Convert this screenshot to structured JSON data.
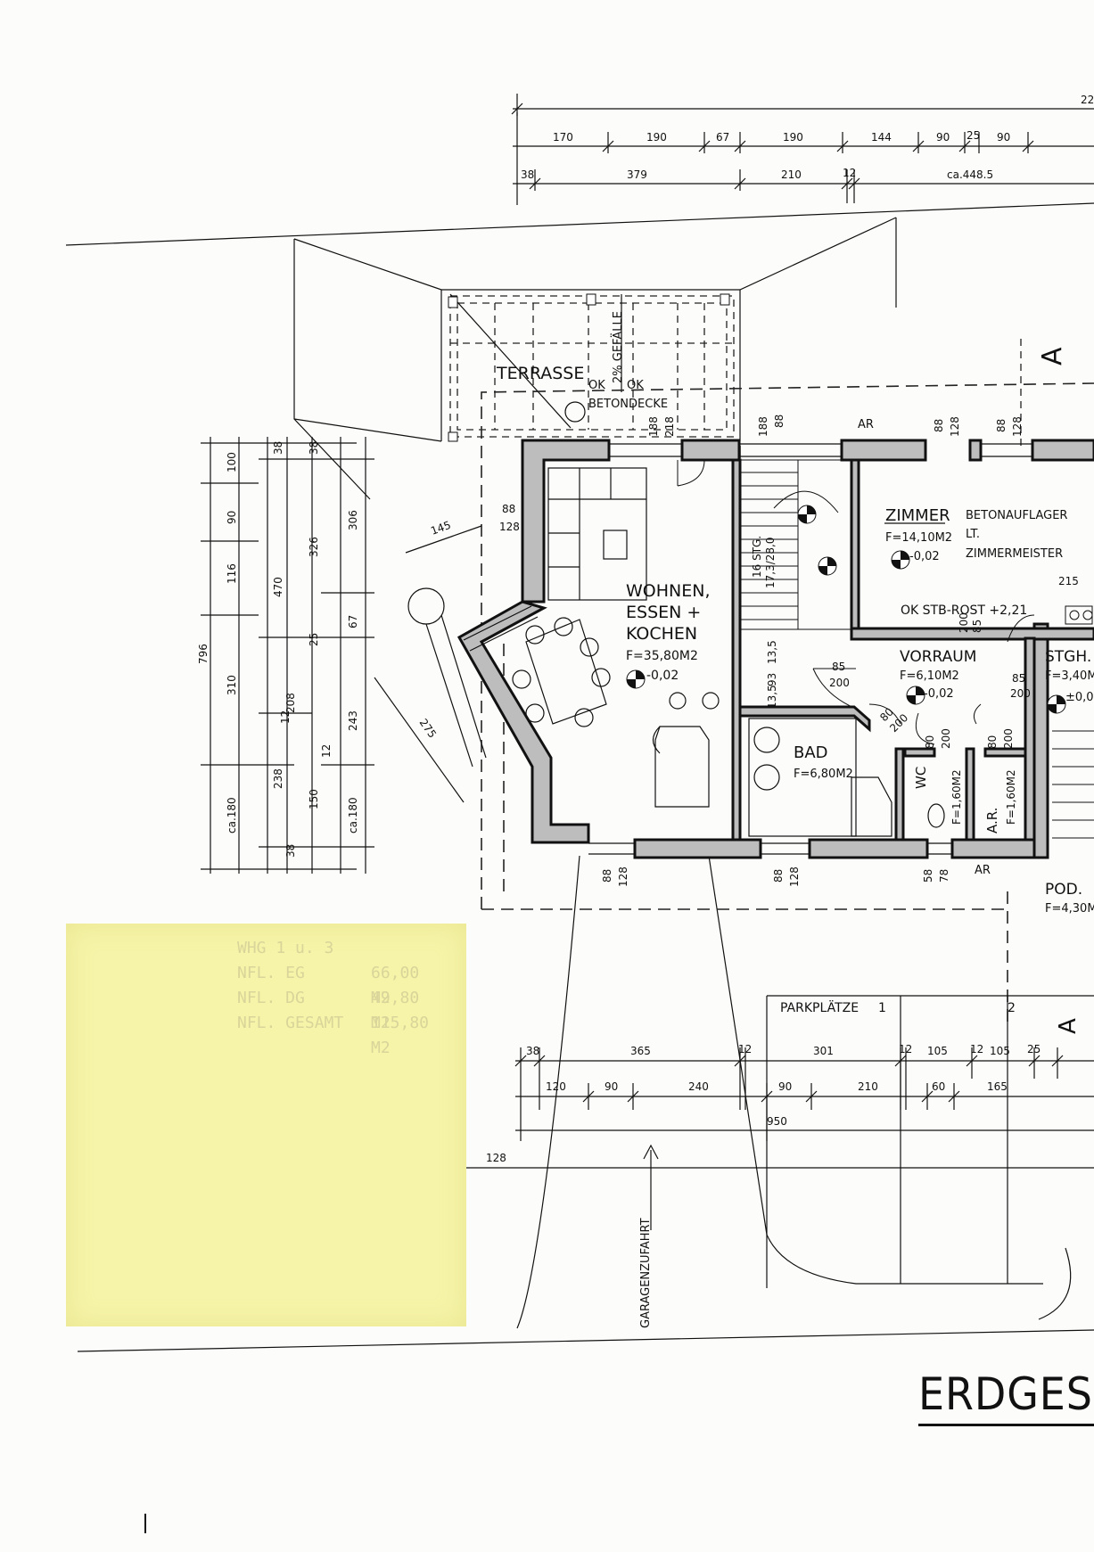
{
  "sheet_title": "ERDGESC",
  "sticky_note": {
    "heading": "WHG 1 u. 3",
    "rows": [
      {
        "label": "NFL. EG",
        "value": "66,00 M2"
      },
      {
        "label": "NFL. DG",
        "value": "49,80 M2"
      },
      {
        "label": "NFL. GESAMT",
        "value": "115,80 M2"
      }
    ]
  },
  "rooms": {
    "terrasse": "TERRASSE",
    "gefaelle": "2% GEFÄLLE",
    "ok1": "OK",
    "ok2": "OK",
    "betondecke": "BETONDECKE",
    "wohnen_1": "WOHNEN,",
    "wohnen_2": "ESSEN +",
    "wohnen_3": "KOCHEN",
    "wohnen_area": "F=35,80M2",
    "wohnen_level": "-0,02",
    "zimmer": "ZIMMER",
    "zimmer_area": "F=14,10M2",
    "zimmer_level": "-0,02",
    "betonauflager_1": "BETONAUFLAGER",
    "betonauflager_2": "LT.",
    "betonauflager_3": "ZIMMERMEISTER",
    "ok_stb": "OK STB-ROST +2,21",
    "vorraum": "VORRAUM",
    "vorraum_area": "F=6,10M2",
    "vorraum_level": "-0,02",
    "stgh": "STGH.",
    "stgh_area": "F=3,40M",
    "stgh_level": "±0,0",
    "bad": "BAD",
    "bad_area": "F=6,80M2",
    "wc": "WC",
    "wc_area": "F=1,60M2",
    "ar": "A.R.",
    "ar_area": "F=1,60M2",
    "pod": "POD.",
    "pod_area": "F=4,30M",
    "stairs_1": "16 STG.",
    "stairs_2": "17,3/28,0",
    "ar_mark_1": "AR",
    "ar_mark_2": "AR",
    "parkplaetze": "PARKPLÄTZE",
    "park_1": "1",
    "park_2": "2",
    "garagenzufahrt": "GARAGENZUFAHRT",
    "section_a_top": "A",
    "section_a_bottom": "A"
  },
  "dimensions": {
    "top_row1": [
      "170",
      "190",
      "67",
      "190",
      "144",
      "90",
      "25",
      "90"
    ],
    "top_row2": [
      "38",
      "379",
      "210",
      "12",
      "ca.448.5"
    ],
    "top_total": "22",
    "left_col1": [
      "796"
    ],
    "left_col2": [
      "100",
      "90",
      "116",
      "310",
      "ca.180"
    ],
    "left_col3": [
      "470",
      "238"
    ],
    "left_col4": [
      "38",
      "208",
      "12",
      "150",
      "38"
    ],
    "left_col5": [
      "38",
      "326",
      "25",
      "12"
    ],
    "left_col6": [
      "306",
      "67",
      "243",
      "ca.180"
    ],
    "diag_145": "145",
    "diag_275": "275",
    "win": [
      "88",
      "128",
      "188",
      "218",
      "188",
      "88",
      "88",
      "128",
      "88",
      "128",
      "88",
      "128",
      "88",
      "128",
      "58",
      "78"
    ],
    "inner": [
      "85",
      "200",
      "13,5",
      "93",
      "13,5",
      "80",
      "200",
      "80",
      "200",
      "80",
      "200",
      "85",
      "200",
      "215",
      "200",
      "85"
    ],
    "bottom_row1": [
      "38",
      "365",
      "12",
      "301",
      "12",
      "105",
      "12",
      "105",
      "25"
    ],
    "bottom_row2": [
      "120",
      "90",
      "240",
      "90",
      "210",
      "60",
      "165"
    ],
    "bottom_950": "950",
    "bottom_128": "128"
  }
}
